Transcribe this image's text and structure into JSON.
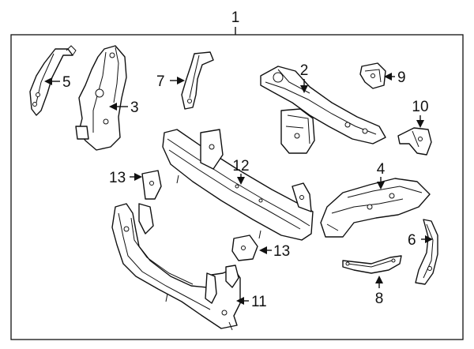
{
  "diagram": {
    "callouts": {
      "assembly": "1",
      "part_2": "2",
      "part_3": "3",
      "part_4": "4",
      "part_5": "5",
      "part_6": "6",
      "part_7": "7",
      "part_8": "8",
      "part_9": "9",
      "part_10": "10",
      "part_11": "11",
      "part_12": "12",
      "part_13a": "13",
      "part_13b": "13"
    }
  }
}
